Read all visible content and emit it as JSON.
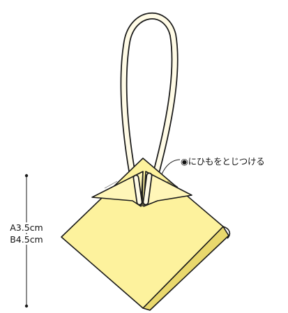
{
  "annotation": {
    "attach_note": "◉にひもをとじつける"
  },
  "dimensions": {
    "size_a": "A3.5cm",
    "size_b": "B4.5cm"
  },
  "colors": {
    "body_fill": "#fdf29d",
    "body_shadow": "#e9d86d",
    "flap_fill": "#fff6b8",
    "strap_fill": "#fffbe6",
    "outline": "#1a1a1a"
  }
}
